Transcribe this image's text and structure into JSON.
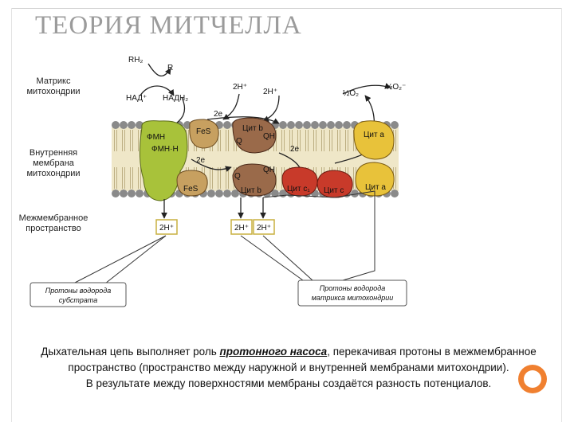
{
  "slide": {
    "title": "ТЕОРИЯ МИТЧЕЛЛА"
  },
  "labels": {
    "matrix": "Матрикс митохондрии",
    "inner_membrane": "Внутренняя мембрана митохондрии",
    "intermembrane": "Межмембранное пространство"
  },
  "diagram": {
    "rh2": "RH₂",
    "r": "R",
    "nad_plus": "НАД⁺",
    "nadh2": "НАДН₂",
    "h_2_left": "2H⁺",
    "h_2_mid": "2H⁺",
    "half_o2": "½O₂",
    "half_o2_minus": "½O₂⁻",
    "e2_top": "2e",
    "e2_left": "2e",
    "e2_right": "2e",
    "fmn": "ФМН",
    "fmnh": "ФМН·Н",
    "fes_top": "FeS",
    "fes_bottom": "FeS",
    "cyt_b_top": "Цит b",
    "cyt_b_bottom": "Цит b",
    "cyt_c1": "Цит c₁",
    "cyt_c": "Цит c",
    "cyt_a": "Цит a",
    "cyt_a3": "Цит a",
    "q_top": "Q",
    "qh_top": "QH",
    "q_bottom": "Q",
    "qh_bottom": "QH",
    "box_2h_1": "2H⁺",
    "box_2h_2": "2H⁺",
    "box_2h_3": "2H⁺",
    "note_substrate": "Протоны водорода субстрата",
    "note_matrix": "Протоны водорода матрикса митохондрии"
  },
  "caption": {
    "line1_pre": "Дыхательная цепь выполняет роль ",
    "line1_em": "протонного насоса",
    "line1_post": ", перекачивая протоны в межмембранное пространство (пространство между наружной и внутренней мембранами митохондрии).",
    "line2": "В результате между поверхностями мембраны создаётся разность потенциалов."
  },
  "colors": {
    "title": "#9b9b9b",
    "membrane_head": "#8a8a8a",
    "membrane_band": "#e8e0c0",
    "fmn_complex": "#a8c23a",
    "fes": "#c7a060",
    "cytochrome_b": "#9a6a4a",
    "cytochrome_c": "#c83a2a",
    "cytochrome_a": "#e8c23a",
    "accent": "#f08030"
  }
}
